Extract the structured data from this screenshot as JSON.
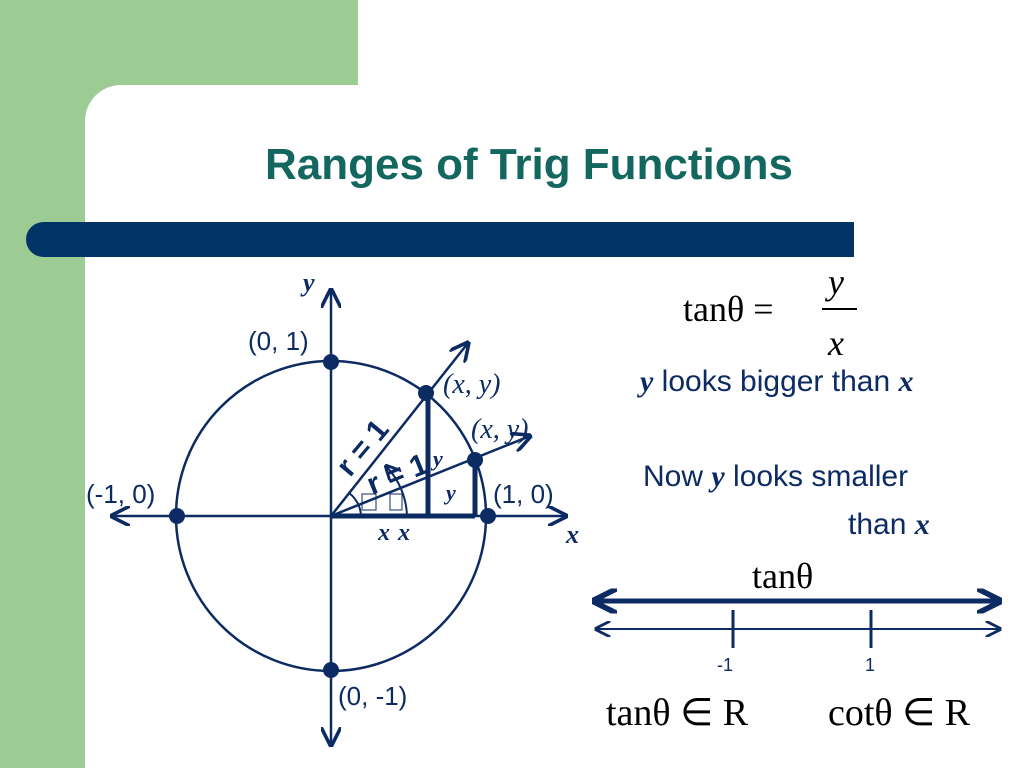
{
  "slide": {
    "title": "Ranges of Trig Functions"
  },
  "unit_circle": {
    "axis_y_label": "y",
    "axis_x_label": "x",
    "point_top": "(0, 1)",
    "point_left": "(-1, 0)",
    "point_right": "(1, 0)",
    "point_bottom": "(0, -1)",
    "point_upper": "(x, y)",
    "point_lower": "(x, y)",
    "radius_label_1": "r = 1",
    "radius_label_2": "r = 1",
    "leg_y_1": "y",
    "leg_y_2": "y",
    "leg_x_1": "x",
    "leg_x_2": "x"
  },
  "tangent": {
    "formula_lhs": "tanθ =",
    "formula_num": "y",
    "formula_den": "x",
    "note1_var": "y",
    "note1_mid": " looks bigger than ",
    "note1_end": "x",
    "note2_start": "Now ",
    "note2_var": "y",
    "note2_mid": " looks smaller",
    "note2_line2": "than ",
    "note2_end": "x",
    "numberline_title": "tanθ",
    "tick_neg1": "-1",
    "tick_pos1": "1",
    "range_tan": "tanθ ∈ R",
    "range_cot": "cotθ ∈ R"
  },
  "colors": {
    "accent_green": "#9ccb94",
    "title_teal": "#13675f",
    "navy": "#003366",
    "text_navy": "#0c2b63"
  }
}
